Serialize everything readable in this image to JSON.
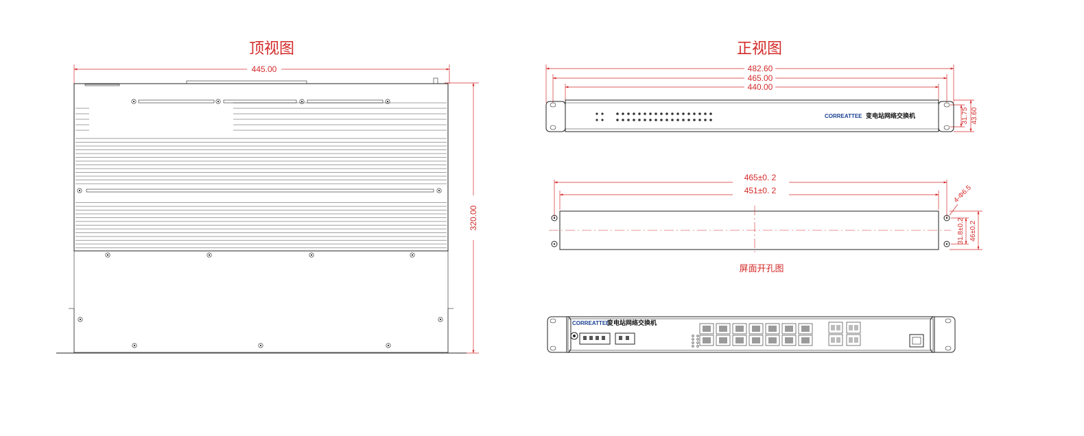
{
  "colors": {
    "dimension": "#d42a2a",
    "outline": "#222222",
    "brand": "#1a3f8f"
  },
  "top_view": {
    "title": "顶视图",
    "width_dim": "445.00",
    "depth_dim": "320.00"
  },
  "front_view": {
    "title": "正视图",
    "width_outer_dim": "482.60",
    "width_mount_dim": "465.00",
    "width_body_dim": "440.00",
    "height_inner_dim": "31.75",
    "height_outer_dim": "43.60",
    "brand": "CORREATTEE",
    "model": "变电站网络交换机",
    "led_count": 36
  },
  "cutout_view": {
    "caption": "屏面开孔图",
    "width_outer_dim": "465±0. 2",
    "width_inner_dim": "451±0. 2",
    "hole_dim": "4-Φ6.5",
    "height_inner_dim": "31.8±0.2",
    "height_outer_dim": "46±0.2"
  },
  "rear_view": {
    "brand": "CORREATTEE",
    "model": "变电站网络交换机",
    "rj45_ports": 14,
    "fiber_ports": 4,
    "console_ports": 1
  }
}
